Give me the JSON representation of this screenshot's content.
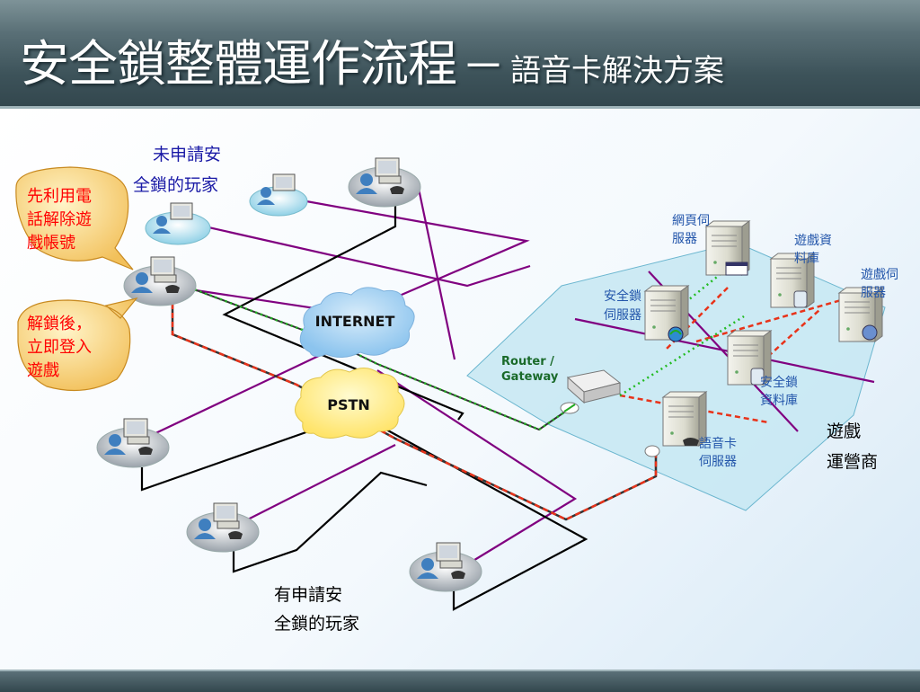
{
  "title": {
    "main": "安全鎖整體運作流程",
    "dash": "－",
    "sub": "語音卡解決方案"
  },
  "players": {
    "unregistered_label_line1": "未申請安",
    "unregistered_label_line2": "全鎖的玩家",
    "registered_label_line1": "有申請安",
    "registered_label_line2": "全鎖的玩家"
  },
  "callouts": {
    "phone_unlock_line1": "先利用電",
    "phone_unlock_line2": "話解除遊",
    "phone_unlock_line3": "戲帳號",
    "login_line1": "解鎖後，",
    "login_line2": "立即登入",
    "login_line3": "遊戲"
  },
  "clouds": {
    "internet": "INTERNET",
    "pstn": "PSTN"
  },
  "network": {
    "router_line1": "Router /",
    "router_line2": "Gateway",
    "web_server_line1": "網頁伺",
    "web_server_line2": "服器",
    "game_db_line1": "遊戲資",
    "game_db_line2": "料庫",
    "game_server_line1": "遊戲伺",
    "game_server_line2": "服器",
    "lock_server_line1": "安全鎖",
    "lock_server_line2": "伺服器",
    "lock_db_line1": "安全鎖",
    "lock_db_line2": "資料庫",
    "voice_server_line1": "語音卡",
    "voice_server_line2": "伺服器",
    "operator_line1": "遊戲",
    "operator_line2": "運營商"
  },
  "colors": {
    "purple_link": "#800080",
    "black_link": "#000000",
    "red_dashed": "#e8331a",
    "green_dotted": "#22bb22",
    "callout_text": "#ff0000",
    "label_blue": "#1a1aa6",
    "server_label": "#2255aa",
    "operator_zone": "#c6e8f2"
  }
}
